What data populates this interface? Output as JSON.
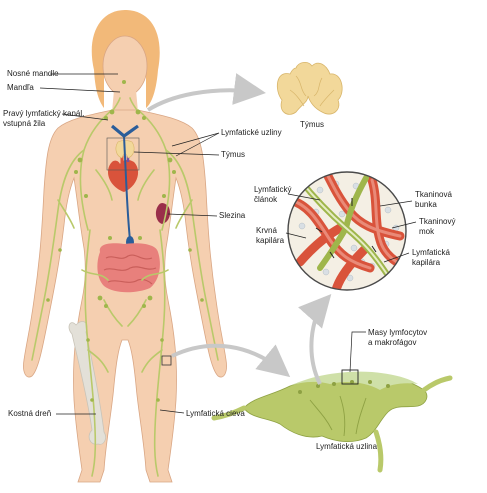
{
  "labels": {
    "nosne_mandle": "Nosné mandle",
    "mandla": "Mandľa",
    "pravy_kanal_1": "Pravý lymfatický kanál,",
    "pravy_kanal_2": "vstupná žila",
    "lymfaticke_uzliny": "Lymfatické uzliny",
    "tymus_body": "Týmus",
    "tymus_organ": "Týmus",
    "slezina": "Slezina",
    "kostna_dren": "Kostná dreň",
    "lymfaticka_cieva": "Lymfatická cieva",
    "lymfaticky_clanok_1": "Lymfatický",
    "lymfaticky_clanok_2": "článok",
    "krvna_kapilara_1": "Krvná",
    "krvna_kapilara_2": "kapilára",
    "tkaninova_bunka_1": "Tkaninová",
    "tkaninova_bunka_2": "bunka",
    "tkaninovy_mok_1": "Tkaninový",
    "tkaninovy_mok_2": "mok",
    "lymfaticka_kapilara_1": "Lymfatická",
    "lymfaticka_kapilara_2": "kapilára",
    "masy_1": "Masy lymfocytov",
    "masy_2": "a makrofágov",
    "lymfaticka_uzlina": "Lymfatická uzlina"
  },
  "colors": {
    "skin": "#f5cfb0",
    "skin_edge": "#d9a684",
    "hair": "#f2b979",
    "lymph": "#b9c96a",
    "node": "#9fb64b",
    "thymus": "#f2d89a",
    "blood": "#d9533b",
    "intestine": "#e8807c",
    "bone": "#e3e0d8",
    "duct": "#2a5d9a",
    "arrow": "#c8c8c8"
  }
}
